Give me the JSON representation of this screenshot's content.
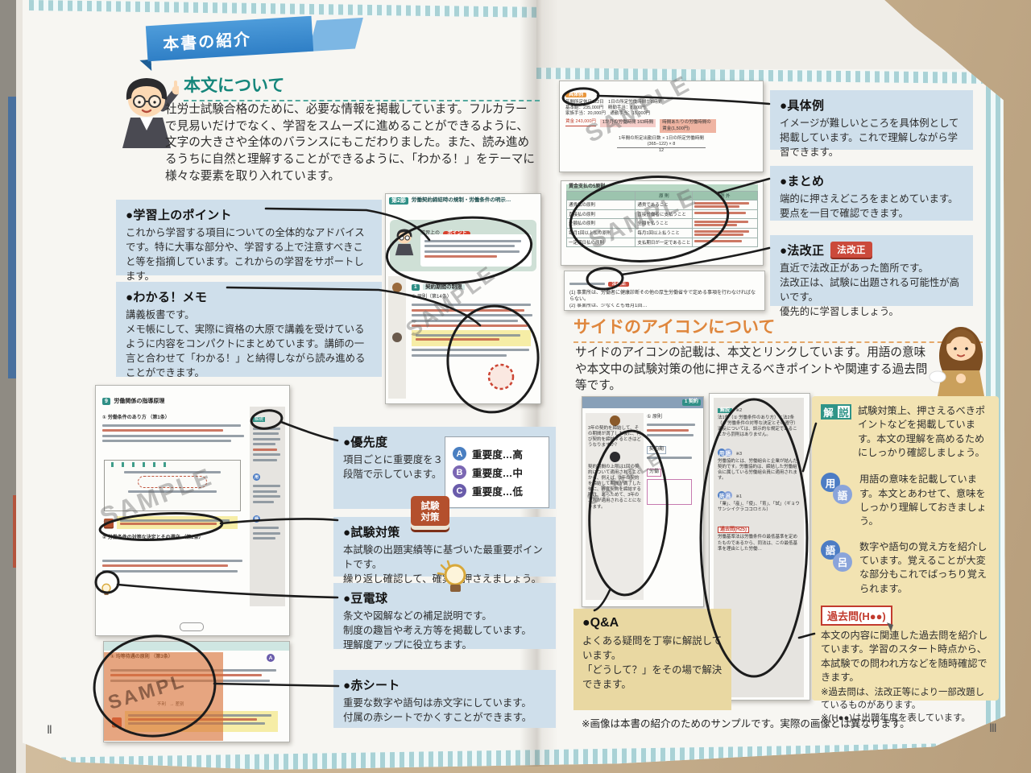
{
  "colors": {
    "accent_blue": "#3b8fd4",
    "feature_box_blue": "#cfdfeb",
    "heading_teal": "#15867b",
    "heading_orange": "#df863c",
    "tan_box": "#f2e3b2",
    "qa_box": "#e9d8a2",
    "stripe_teal": "#a9d2d6",
    "red_accent": "#c23b2e",
    "badge_a": "#4a7fc1",
    "badge_b": "#7b67b3",
    "badge_c": "#6a5cab"
  },
  "left": {
    "ribbon": "本書の紹介",
    "heading": "本文について",
    "intro": "社労士試験合格のために、必要な情報を掲載しています。フルカラーで見易いだけでなく、学習をスムーズに進めることができるように、文字の大きさや全体のバランスにもこだわりました。また、読み進めるうちに自然と理解することができるように、「わかる！」をテーマに様々な要素を取り入れています。",
    "features": [
      {
        "title": "●学習上のポイント",
        "body": "これから学習する項目についての全体的なアドバイスです。特に大事な部分や、学習する上で注意すべきこと等を指摘しています。これからの学習をサポートします。"
      },
      {
        "title": "●わかる！メモ",
        "body": "講義板書です。\nメモ帳にして、実際に資格の大原で講義を受けているように内容をコンパクトにまとめています。講師の一言と合わせて「わかる！」と納得しながら読み進めることができます。"
      },
      {
        "title": "●優先度",
        "body": "項目ごとに重要度を３段階で示しています。"
      },
      {
        "title": "●試験対策",
        "body": "本試験の出題実績等に基づいた最重要ポイントです。\n繰り返し確認して、確実に押さえましょう。",
        "icon_label": "試験対策"
      },
      {
        "title": "●豆電球",
        "body": "条文や図解などの補足説明です。\n制度の趣旨や考え方等を掲載しています。\n理解度アップに役立ちます。"
      },
      {
        "title": "●赤シート",
        "body": "重要な数字や語句は赤文字にしています。\n付属の赤シートでかくすことができます。"
      }
    ],
    "priority_badges": [
      {
        "letter": "A",
        "label": "重要度…高"
      },
      {
        "letter": "B",
        "label": "重要度…中"
      },
      {
        "letter": "C",
        "label": "重要度…低"
      }
    ],
    "sample_top": {
      "chapter_no": "第2節",
      "chapter_title": "労働契約締結時の規制・労働条件の明示…",
      "point_prefix": "学習上の",
      "point_badge": "ポイント",
      "sec1_no": "1",
      "sec1": "契約期間の制限",
      "sec1_sub": "① 原則（第14条）",
      "watermark": "SAMPLE"
    },
    "sample_bottom": {
      "title_no": "9",
      "title": "労働関係の指導原理",
      "item1": "① 労働条件のあり方 （第1条）",
      "badge1": "A",
      "item2": "② 労働条件の対等な決定とその遵守 （第2条）",
      "badge2": "B",
      "watermark": "SAMPLE",
      "sub_title": "① 均等待遇の原則 （第3条）",
      "sub_badge": "A",
      "sub_watermark": "SAMPL"
    },
    "page_number": "Ⅱ"
  },
  "right": {
    "features": [
      {
        "title": "●具体例",
        "body": "イメージが難しいところを具体例として掲載しています。これで理解しながら学習できます。"
      },
      {
        "title": "●まとめ",
        "body": "端的に押さえどころをまとめています。\n要点を一目で確認できます。"
      },
      {
        "title": "●法改正",
        "body": "直近で法改正があった箇所です。\n法改正は、試験に出題される可能性が高いです。\n優先的に学習しましょう。",
        "icon_label": "法改正"
      }
    ],
    "side_heading": "サイドのアイコンについて",
    "side_intro": "サイドのアイコンの記載は、本文とリンクしています。用語の意味や本文中の試験対策の他に押さえるべきポイントや関連する過去問等です。",
    "qa": {
      "title": "●Q&A",
      "body": "よくある疑問を丁寧に解説しています。\n「どうして？」をその場で解決できます。"
    },
    "side_icons": {
      "kaisetsu": {
        "label1": "解",
        "label2": "説",
        "body": "試験対策上、押さえるべきポイントなどを掲載しています。本文の理解を高めるためにしっかり確認しましょう。"
      },
      "yogo": {
        "c1": "用",
        "c2": "語",
        "body": "用語の意味を記載しています。本文とあわせて、意味をしっかり理解しておきましょう。"
      },
      "goro": {
        "c1": "語",
        "c2": "呂",
        "body": "数字や語句の覚え方を紹介しています。覚えることが大変な部分もこれでばっちり覚えられます。"
      },
      "kakomon": {
        "label": "過去問(H●●)",
        "body": "本文の内容に関連した過去問を紹介しています。学習のスタート時点から、本試験での問われ方などを随時確認できます。",
        "note1": "※過去問は、法改正等により一部改題しているものがあります。",
        "note2": "※(H●●)は出題年度を表しています。"
      }
    },
    "sample_example": {
      "label": "具体例",
      "rows": [
        "年間所定休日122日　1日の所定労働時間が8時間",
        "基本給：235,000円　精勤手当：8,000円",
        "家族手当：20,000円　通勤手当：15,000円",
        "賃金 243,000円",
        "1か月の労働時間 163時間",
        "時間あたりの労働時間の賃金(1,500円)",
        "1年間の所定出勤日数 × 1日の所定労働時間",
        "(365−122) × 8",
        "12"
      ],
      "watermark": "SAMPLE"
    },
    "sample_matome": {
      "title": "賃金支払の5原則",
      "col1": "原 則",
      "col2": "例 外",
      "rows": [
        [
          "通貨払の原則",
          "通貨であること"
        ],
        [
          "直接払の原則",
          "直接労働者に支払うこと"
        ],
        [
          "全額払の原則",
          "全額を払うこと"
        ],
        [
          "毎月1回以上払の原則",
          "毎月1回以上払うこと"
        ],
        [
          "一定期日払の原則",
          "支払期日が一定であること"
        ]
      ],
      "watermark": "SAMPLE"
    },
    "sample_houkaisei": {
      "icon": "法改正",
      "line1": "(1) 事業所は、労働者に健康診断その他の厚生労働省令で定める事項を行わなければならない。",
      "line2": "(2) 事業所は、少なくとも毎月1回…",
      "watermark": "SAMPLE"
    },
    "sample_qa": {
      "sec": "1 契約",
      "sub": "① 原則",
      "q": "3年の契約を締結して、その期間が満了した後に、再び契約を締結するときはどうなりますか？",
      "a": "契約期間の上限は1回の契約について適用されることから、例えば、3年の契約を締結して期間が満了した後に、再度契約を締結する際は、あらためて、3年の上限が適用されることになります。",
      "label1": "契約期",
      "label2": "労働",
      "watermark": "SAMPLE"
    },
    "sample_icons": {
      "kaisetsu_label": "解説",
      "kaisetsu_ref": "※2",
      "kaisetsu": "法1条（① 労働条件のあり方）と法2条（② 労働条件の対等な決定とその遵守）違反については、訓示的な規定であることから罰則はありません。",
      "yogo_label1": "用",
      "yogo_label2": "語",
      "yogo_ref": "※3",
      "yogo": "労働協約とは、労働組合と企業が結んだ契約です。労働協約は、締結した労働組合に属している労働組合員に適用されます。",
      "goro_label1": "語",
      "goro_label2": "呂",
      "goro_ref": "※1",
      "goro": "「業」、「産」、「使」、「育」、「試」（ギョウサンシイクラココロミル）",
      "kakomon_label": "過去問(H25)",
      "kakomon": "労働基準法は労働条件の最低基準を定めたものであるから、同法は、この最低基準を理由とした労働…"
    },
    "footnote": "※画像は本書の紹介のためのサンプルです。実際の画像とは異なります。",
    "page_number": "Ⅲ"
  }
}
